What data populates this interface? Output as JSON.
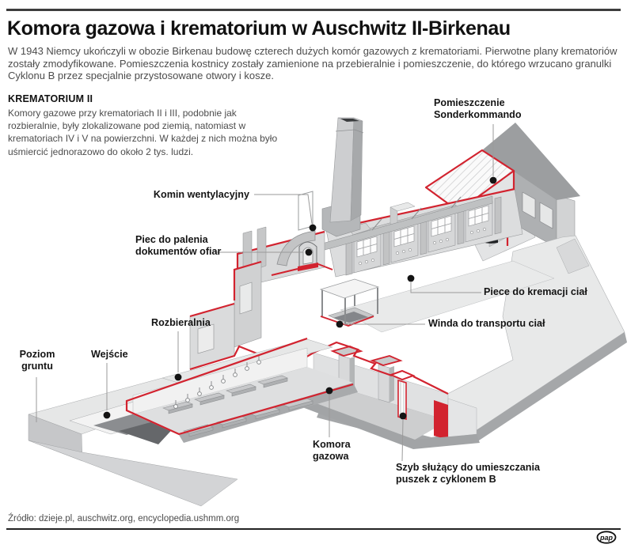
{
  "header": {
    "title": "Komora gazowa i krematorium w Auschwitz II-Birkenau",
    "intro": "W 1943 Niemcy ukończyli w obozie Birkenau budowę czterech dużych komór gazowych z krematoriami. Pierwotne plany krematoriów zostały zmodyfikowane. Pomieszczenia kostnicy zostały zamienione na przebieralnie i pomieszczenie, do którego wrzucano granulki Cyklonu B przez specjalnie przystosowane otwory i kosze."
  },
  "section": {
    "heading": "KREMATORIUM II",
    "body": "Komory gazowe przy krematoriach II i III, podobnie jak rozbieralnie, były zlokalizowane pod ziemią, natomiast w krematoriach IV i V na powierzchni. W każdej z nich można było uśmiercić jednorazowo do około 2 tys. ludzi."
  },
  "labels": {
    "sonderkommando": "Pomieszczenie\nSonderkommando",
    "komin": "Komin wentylacyjny",
    "piec_dokumenty": "Piec do palenia\ndokumentów ofiar",
    "piece_kremacji": "Piece do kremacji ciał",
    "winda": "Winda do transportu ciał",
    "rozbieralnia": "Rozbieralnia",
    "wejscie": "Wejście",
    "poziom_gruntu": "Poziom\ngruntu",
    "komora_gazowa": "Komora\ngazowa",
    "szyb": "Szyb służący do umieszczania\npuszek z cyklonem B"
  },
  "footer": {
    "source": "Źródło: dzieje.pl, auschwitz.org, encyclopedia.ushmm.org",
    "logo": "pap"
  },
  "colors": {
    "accent": "#d2232f"
  }
}
